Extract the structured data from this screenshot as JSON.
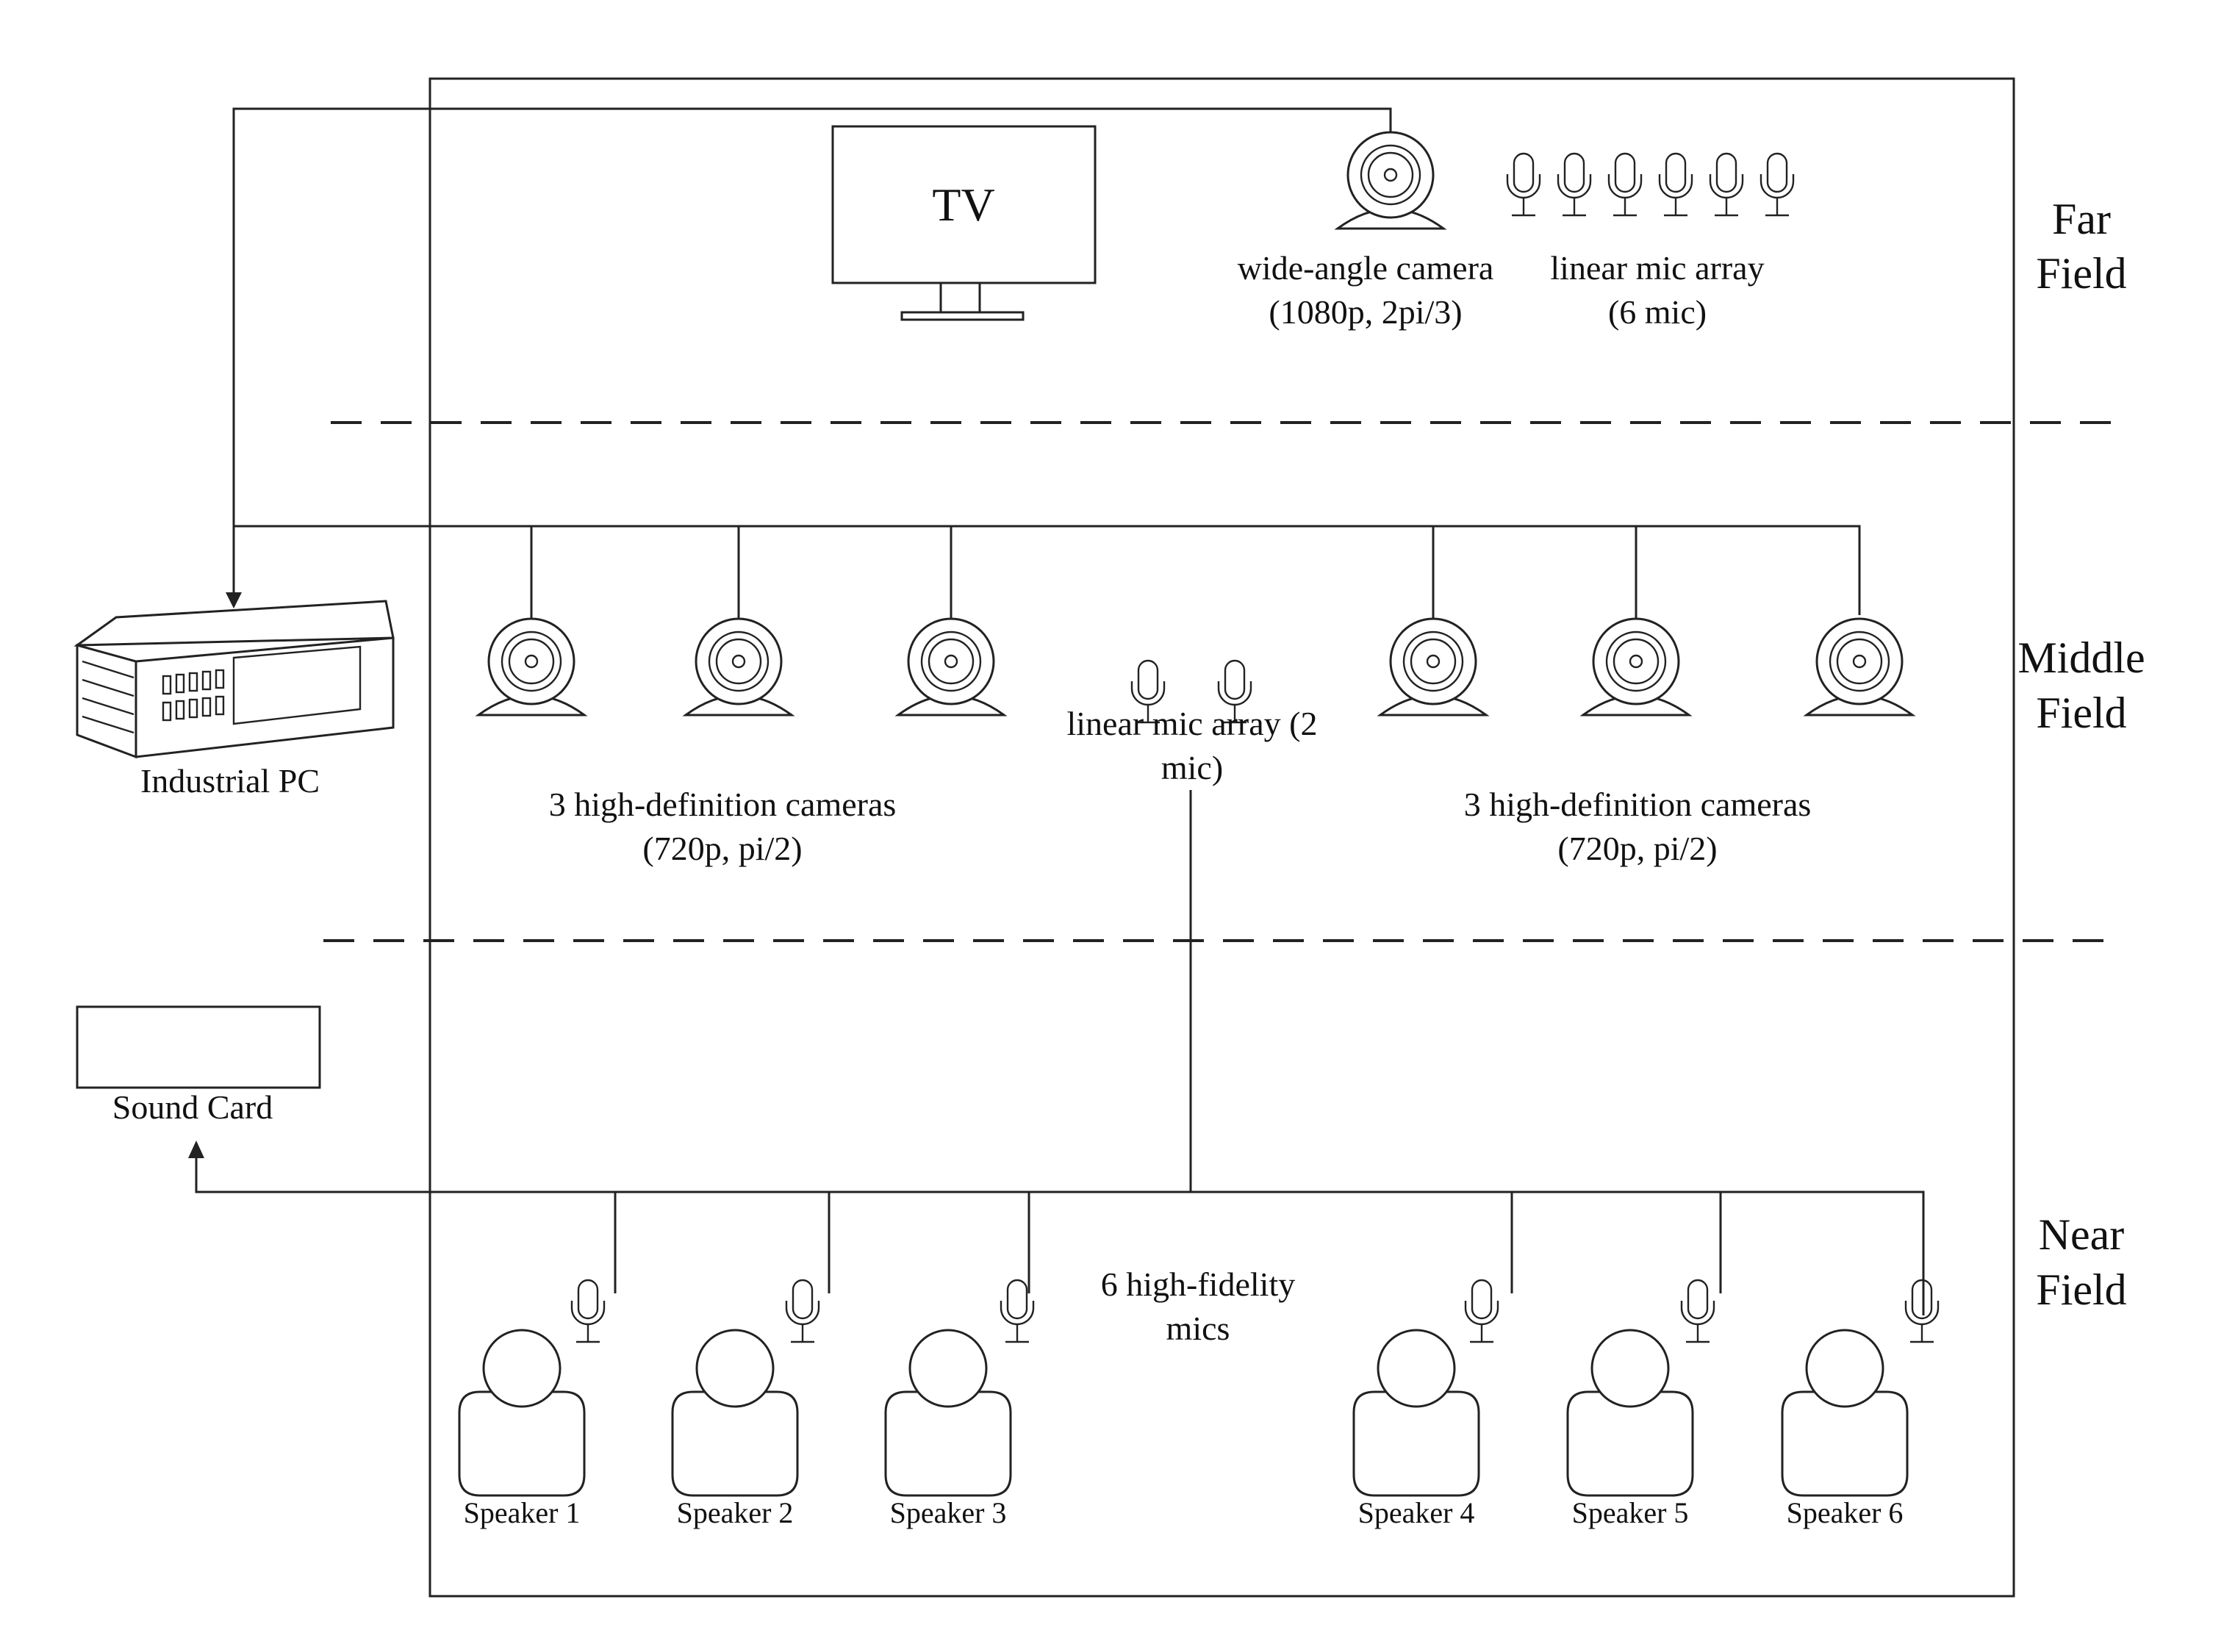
{
  "tv": {
    "label": "TV"
  },
  "wide_camera": {
    "line1": "wide-angle camera",
    "line2": "(1080p, 2pi/3)"
  },
  "far_mic_array": {
    "line1": "linear mic array",
    "line2": "(6 mic)",
    "mic_count": 6
  },
  "middle_mic_array": {
    "line1": "linear mic array (2",
    "line2": "mic)",
    "mic_count": 2
  },
  "hd_cameras_left": {
    "line1": "3 high-definition cameras",
    "line2": "(720p, pi/2)",
    "count": 3
  },
  "hd_cameras_right": {
    "line1": "3 high-definition cameras",
    "line2": "(720p, pi/2)",
    "count": 3
  },
  "near_mics": {
    "line1": "6 high-fidelity",
    "line2": "mics"
  },
  "industrial_pc": {
    "label": "Industrial PC"
  },
  "sound_card": {
    "label": "Sound Card"
  },
  "zones": [
    {
      "line1": "Far",
      "line2": "Field"
    },
    {
      "line1": "Middle",
      "line2": "Field"
    },
    {
      "line1": "Near",
      "line2": "Field"
    }
  ],
  "speakers": [
    {
      "label": "Speaker 1"
    },
    {
      "label": "Speaker 2"
    },
    {
      "label": "Speaker 3"
    },
    {
      "label": "Speaker 4"
    },
    {
      "label": "Speaker 5"
    },
    {
      "label": "Speaker 6"
    }
  ]
}
